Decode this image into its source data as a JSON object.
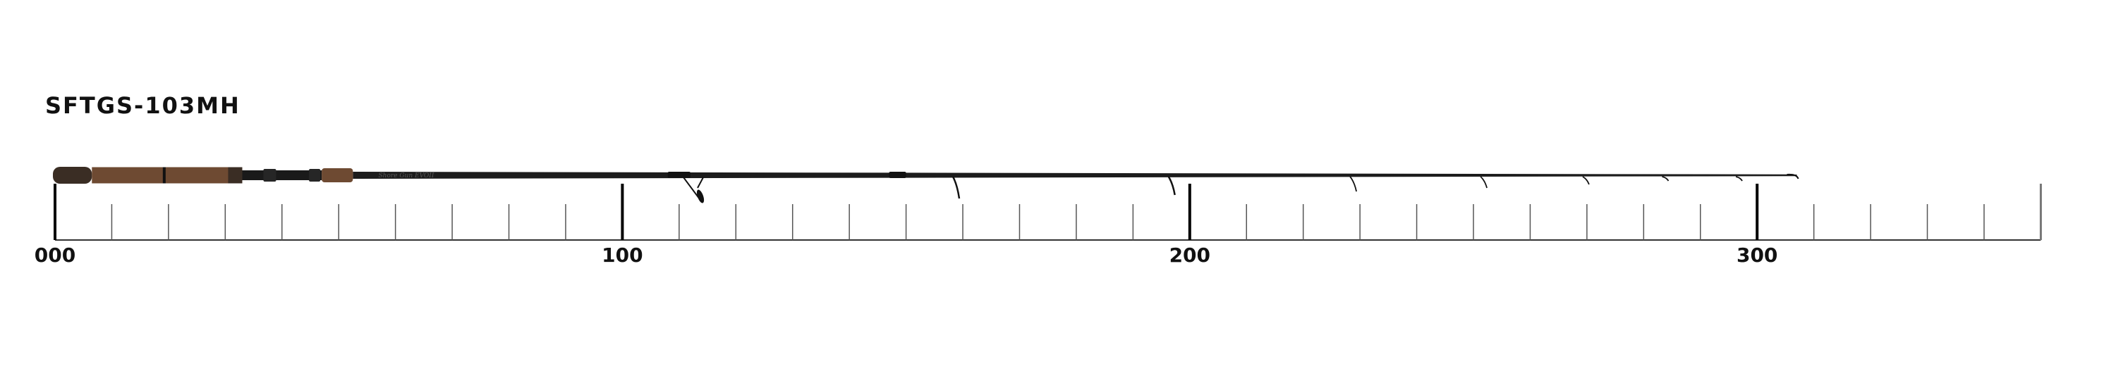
{
  "title": "SFTGS-103MH",
  "ruler": {
    "unit": "cm",
    "min": 0,
    "max": 350,
    "minor_step": 10,
    "major_step": 100,
    "labels": [
      {
        "value": 0,
        "text": "000"
      },
      {
        "value": 100,
        "text": "100"
      },
      {
        "value": 200,
        "text": "200"
      },
      {
        "value": 300,
        "text": "300"
      }
    ]
  },
  "rod": {
    "length_cm": 307,
    "logo_text": "Shore Gun EVOII",
    "guides_cm": [
      114,
      159,
      197,
      229,
      252,
      270,
      284,
      297
    ],
    "handle": {
      "butt_cap_end_cm": 6.5,
      "rear_grip_end_cm": 33,
      "band_cm": 19,
      "reel_seat_end_cm": 47,
      "fore_grip_end_cm": 52.5
    }
  },
  "colors": {
    "cork": "#6e4a32",
    "cork_dark": "#3a2d24",
    "blank": "#1c1c1c",
    "ruler_major": "#000000",
    "ruler_minor": "#555555",
    "ruler_end": "#777777"
  }
}
